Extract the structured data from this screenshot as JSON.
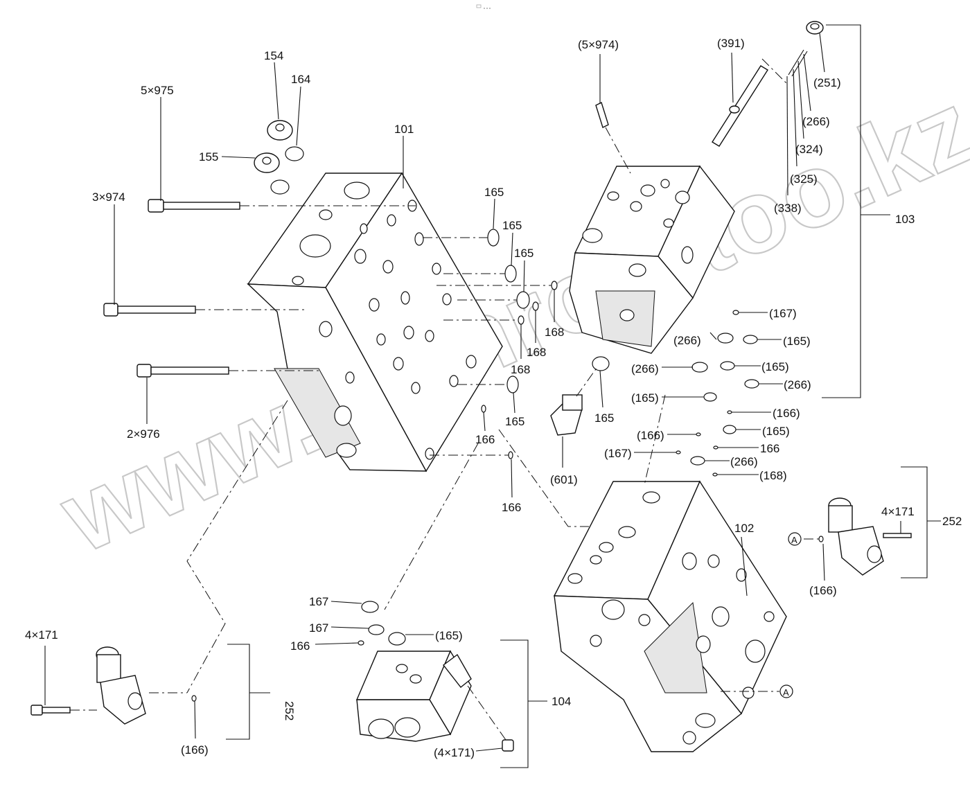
{
  "labels": {
    "l154": "154",
    "l164": "164",
    "l155": "155",
    "l5x975": "5×975",
    "l3x974": "3×974",
    "l101": "101",
    "l2x976": "2×976",
    "l165a": "165",
    "l165b": "165",
    "l165c": "165",
    "l168a": "168",
    "l168b": "168",
    "l168c": "168",
    "l165d": "165",
    "l166a": "166",
    "l166b": "166",
    "l165e": "165",
    "l601": "(601)",
    "l5x974b": "(5×974)",
    "l391": "(391)",
    "l251": "(251)",
    "l266a": "(266)",
    "l324": "(324)",
    "l325": "(325)",
    "l338": "(338)",
    "l103": "103",
    "l167a": "(167)",
    "l266b": "(266)",
    "l165f": "(165)",
    "l266c": "(266)",
    "l165g": "(165)",
    "l266d": "(266)",
    "l165h": "(165)",
    "l166c": "(166)",
    "l166d": "(166)",
    "l165i": "(165)",
    "l167b": "(167)",
    "l166e": "166",
    "l266e": "(266)",
    "l168d": "(168)",
    "l4x171a": "4×171",
    "l252a": "252",
    "l102": "102",
    "l166f": "(166)",
    "l4x171b": "4×171",
    "l252b": "252",
    "l166g": "(166)",
    "l167c": "167",
    "l167d": "167",
    "l166h": "166",
    "l165j": "(165)",
    "l104": "104",
    "l4x171c": "(4×171)",
    "markerA1": "A",
    "markerA2": "A"
  },
  "watermark": "www.sinhron-too.kz",
  "icons": [
    "view-toggle-icon"
  ]
}
